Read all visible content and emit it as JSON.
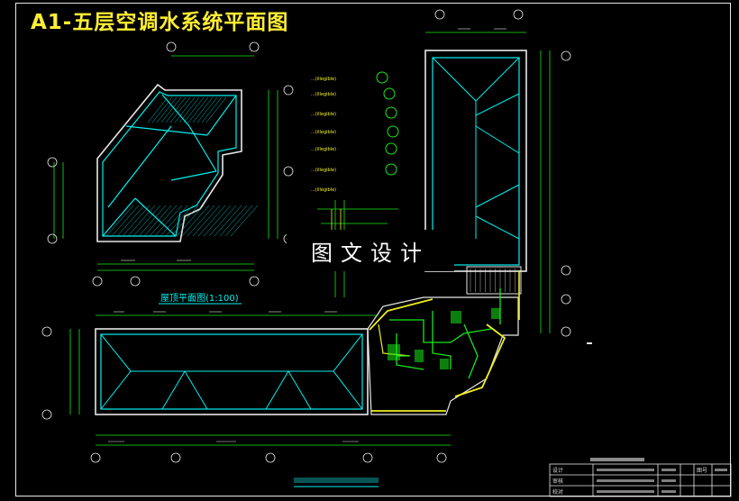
{
  "title": "A1-五层空调水系统平面图",
  "watermark": "图文设计",
  "roof_plan_label": "屋顶平面图(1:100)",
  "colors": {
    "background": "#000000",
    "cyan": "#00f0f0",
    "green": "#18e818",
    "yellow": "#f0f020",
    "white": "#e8e8e8",
    "title": "#ffee33"
  },
  "legend": [
    "...(illegible)",
    "...(illegible)",
    "...(illegible)",
    "...(illegible)",
    "...(illegible)",
    "...(illegible)",
    "...(illegible)"
  ],
  "title_block": {
    "col1": [
      "设计",
      "审核",
      "校对"
    ],
    "col2": [
      "图号"
    ]
  },
  "icons": [
    "grid-axis-bubble",
    "section-symbol"
  ]
}
